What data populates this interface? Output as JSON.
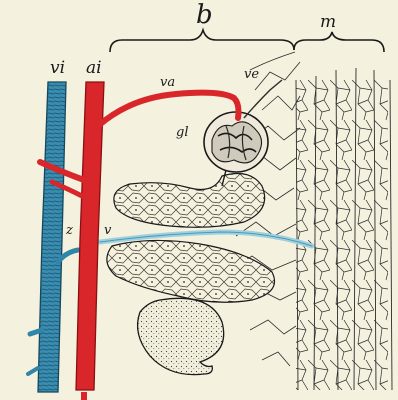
{
  "figure": {
    "labels": {
      "b": "b",
      "m": "m",
      "vi": "vi",
      "ai": "ai",
      "va": "va",
      "ve": "ve",
      "gl": "gl",
      "z": "z",
      "v": "v"
    },
    "colors": {
      "background": "#f4f1df",
      "artery": "#d8262a",
      "vein": "#2f86a8",
      "vein_light": "#9fd0df",
      "ink": "#1a1a1a"
    }
  }
}
